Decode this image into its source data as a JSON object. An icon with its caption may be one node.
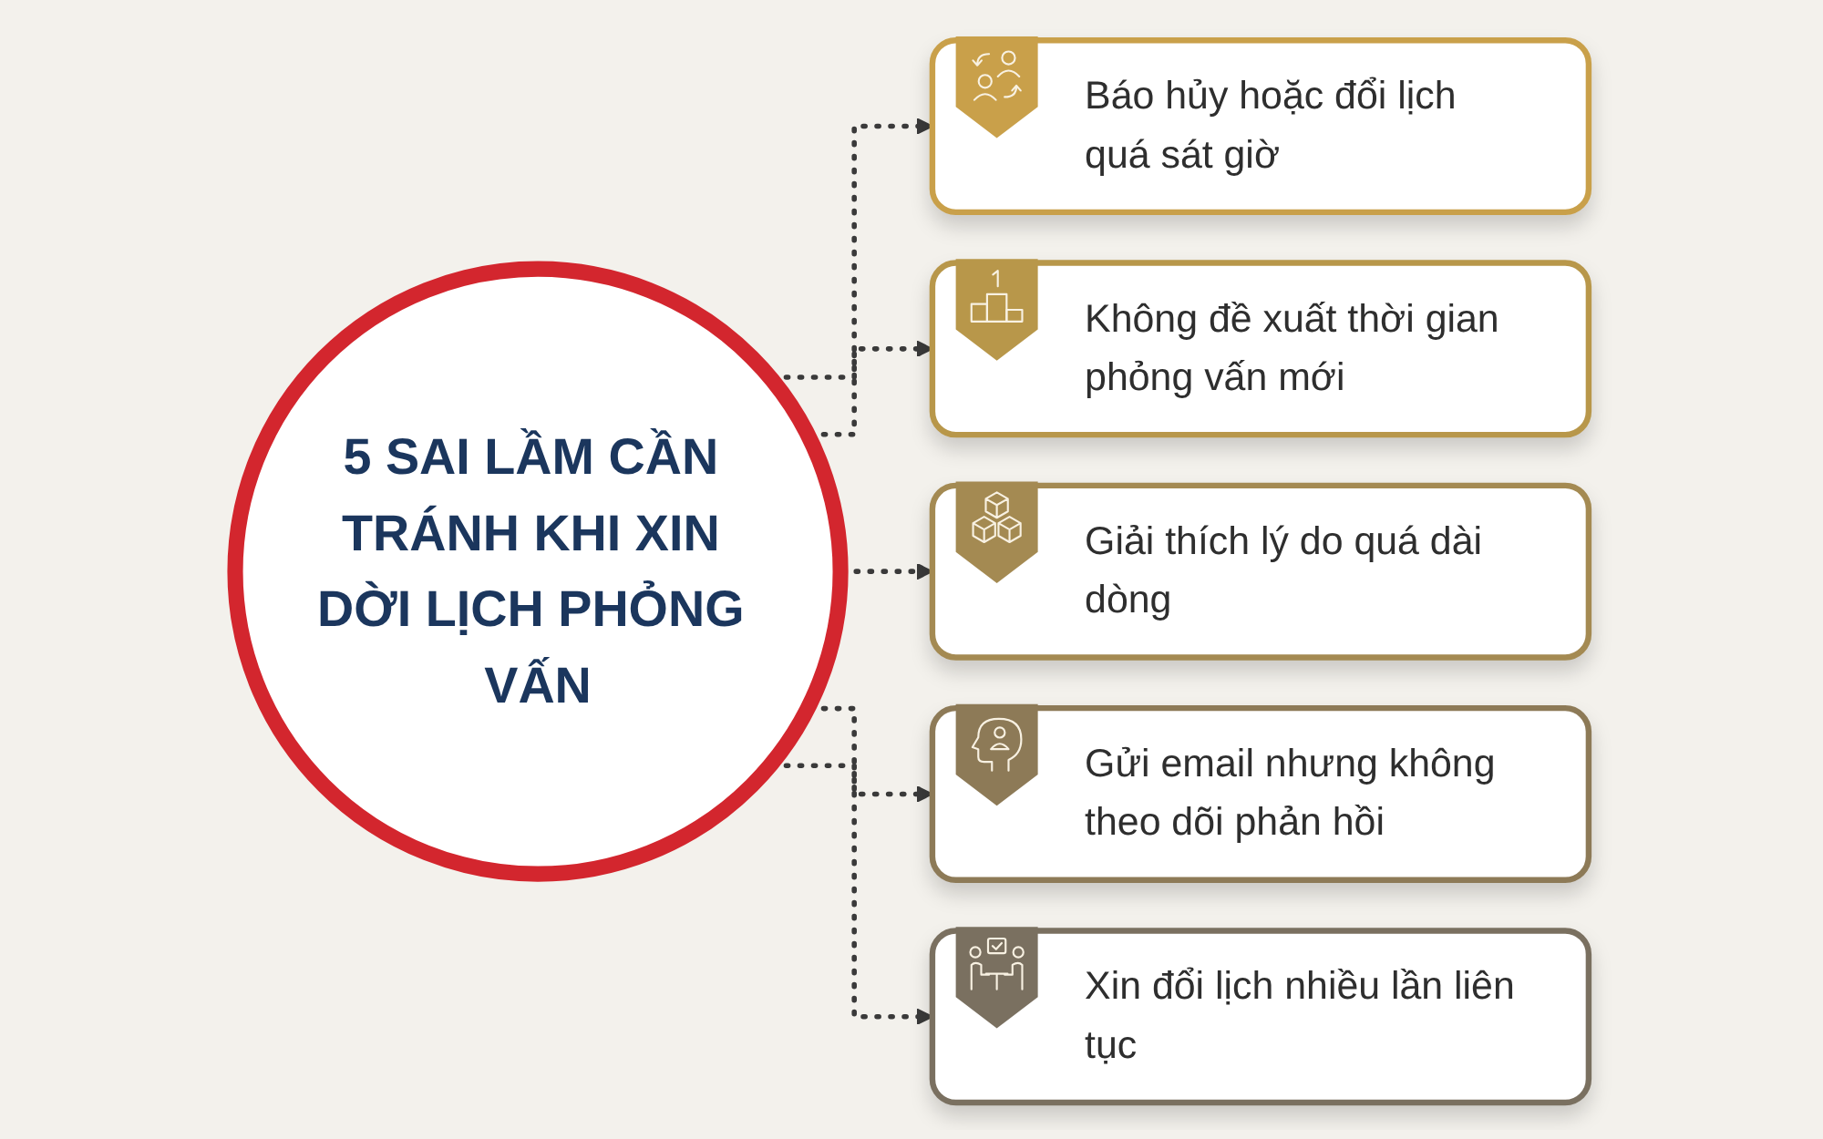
{
  "diagram": {
    "nodes": [
      {
        "text": [
          "5 SAI LẦM CẦN TRÁNH KHI XIN DỜI LỊCH PHỎNG VẤN"
        ]
      },
      {
        "text": [
          "Báo hủy hoặc đổi lịch quá sát giờ"
        ]
      },
      {
        "text": [
          "Không đề xuất thời gian phỏng vấn mới"
        ]
      },
      {
        "text": [
          "Giải thích lý do quá dài dòng"
        ]
      },
      {
        "text": [
          "Gửi email nhưng không theo dõi phản hồi"
        ]
      },
      {
        "text": [
          "Xin đổi lịch nhiều lần liên tục"
        ]
      }
    ],
    "edges": [
      {
        "from": 0,
        "to": 1,
        "arrow": "to",
        "style": "dashed"
      },
      {
        "from": 0,
        "to": 2,
        "arrow": "to",
        "style": "dashed"
      },
      {
        "from": 0,
        "to": 3,
        "arrow": "to",
        "style": "dashed"
      },
      {
        "from": 0,
        "to": 4,
        "arrow": "to",
        "style": "dashed"
      },
      {
        "from": 0,
        "to": 5,
        "arrow": "to",
        "style": "dashed"
      }
    ]
  }
}
